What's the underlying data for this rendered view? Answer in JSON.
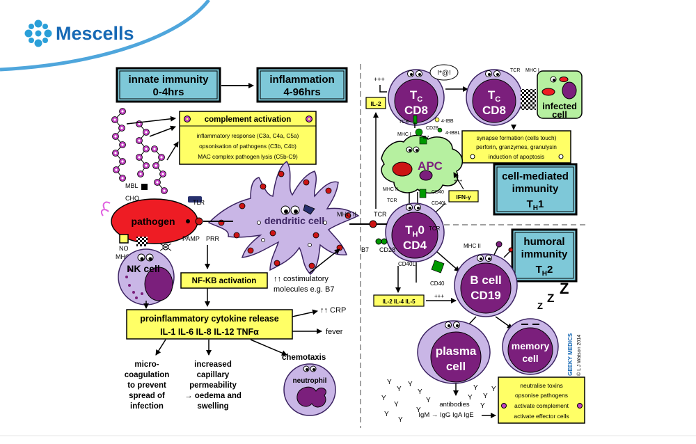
{
  "brand": {
    "name": "Mescells",
    "accent": "#1769b5"
  },
  "colors": {
    "teal_box": "#7ec8d8",
    "yellow_box": "#ffff66",
    "cell_purple": "#7b1f7c",
    "cell_lilac": "#c9b6e6",
    "apc_green": "#b6f0a0",
    "pathogen_red": "#ee1c24",
    "molecule_red": "#cc1414"
  },
  "boxes": {
    "innate": {
      "line1": "innate immunity",
      "line2": "0-4hrs"
    },
    "inflammation": {
      "line1": "inflammation",
      "line2": "4-96hrs"
    },
    "cell_mediated": {
      "line1": "cell-mediated",
      "line2": "immunity",
      "line3": "T",
      "sub": "H",
      "num": "1"
    },
    "humoral": {
      "line1": "humoral",
      "line2": "immunity",
      "line3": "T",
      "sub": "H",
      "num": "2"
    }
  },
  "complement": {
    "title": "complement activation",
    "items": [
      "inflammatory response (C3a, C4a, C5a)",
      "opsonisation of pathogens (C3b, C4b)",
      "MAC complex pathogen lysis (C5b-C9)"
    ]
  },
  "nfkb": "NF-KB activation",
  "cytokine": {
    "line1": "proinflammatory cytokine release",
    "line2": "IL-1  IL-6  IL-8  IL-12  TNFα"
  },
  "cells": {
    "pathogen": "pathogen",
    "dendritic": "dendritic cell",
    "nk": "NK cell",
    "neutrophil": "neutrophil",
    "tc": "T",
    "tc_sub": "C",
    "tc_num": "CD8",
    "infected_line1": "infected",
    "infected_line2": "cell",
    "apc": "APC",
    "th0": "T",
    "th0_sub": "H",
    "th0_zero": "0",
    "th0_cd": "CD4",
    "bcell_line1": "B cell",
    "bcell_line2": "CD19",
    "plasma_line1": "plasma",
    "plasma_line2": "cell",
    "memory_line1": "memory",
    "memory_line2": "cell"
  },
  "labels": {
    "tlr": "TLR",
    "pamp": "PAMP",
    "prr": "PRR",
    "mbl": "MBL",
    "cho": "CHO",
    "no": "NO",
    "mhc1": "MHC I",
    "mhc2": "MHC II",
    "tcr": "TCR",
    "b7": "B7",
    "cd28": "CD28",
    "cd40l": "CD40L",
    "cd40": "CD40",
    "ibb": "4-IBB",
    "ibbl": "4-IBBL",
    "il2": "IL-2",
    "ifn": "IFN-γ",
    "il_group": "IL-2  IL-4  IL-5",
    "plusplus": "+++",
    "bubble": "!*@!",
    "costim_line1": "↑↑ costimulatory",
    "costim_line2": "molecules e.g. B7",
    "crp": "↑↑ CRP",
    "fever": "fever",
    "micro": [
      "micro-",
      "coagulation",
      "to prevent",
      "spread of",
      "infection"
    ],
    "perm": [
      "increased",
      "capillary",
      "permeability",
      "→ oedema and",
      "swelling"
    ],
    "chemo": "chemotaxis",
    "antibodies": "antibodies",
    "ig": "IgM → IgG  IgA  IgE",
    "zzz": "Z Z Z",
    "credit1": "GEEKY MEDICS",
    "credit2": "© L J Watson 2014"
  },
  "tc_effects": [
    "synapse formation (cells touch)",
    "perforin, granzymes, granulysin",
    "induction of apoptosis"
  ],
  "antibody_effects": [
    "neutralise toxins",
    "opsonise pathogens",
    "activate complement",
    "activate effector cells"
  ]
}
